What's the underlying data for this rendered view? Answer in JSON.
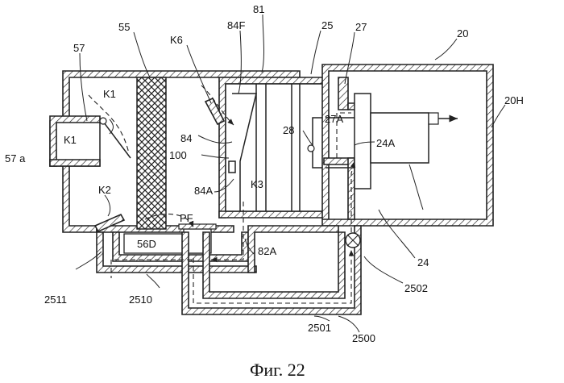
{
  "caption": "Фиг. 22",
  "labels": {
    "n81": "81",
    "n84F": "84F",
    "n25": "25",
    "n27": "27",
    "n20": "20",
    "n57": "57",
    "n55": "55",
    "nK6": "K6",
    "nK1top": "K1",
    "nK1box": "K1",
    "n57a": "57 a",
    "n84": "84",
    "n100": "100",
    "n28": "28",
    "n27A": "27A",
    "n24A": "24A",
    "n20H": "20H",
    "n84A": "84A",
    "nK3": "K3",
    "nK2": "K2",
    "nPF": "PF",
    "n56D": "56D",
    "n82A": "82A",
    "n24": "24",
    "n2502": "2502",
    "n2511": "2511",
    "n2510": "2510",
    "n2501": "2501",
    "n2500": "2500"
  }
}
